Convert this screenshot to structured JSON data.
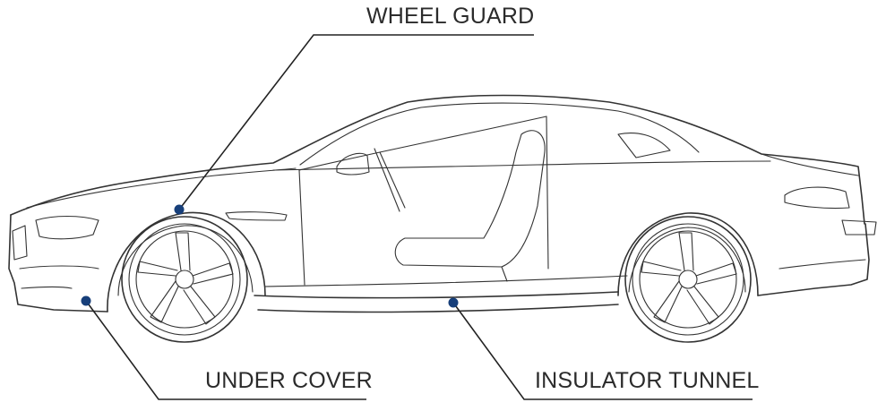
{
  "labels": {
    "wheel_guard": "WHEEL GUARD",
    "under_cover": "UNDER COVER",
    "insulator_tunnel": "INSULATOR TUNNEL"
  },
  "colors": {
    "marker_dot": "#173f7a",
    "line_art": "#333333",
    "label_text": "#2b2b2b"
  }
}
